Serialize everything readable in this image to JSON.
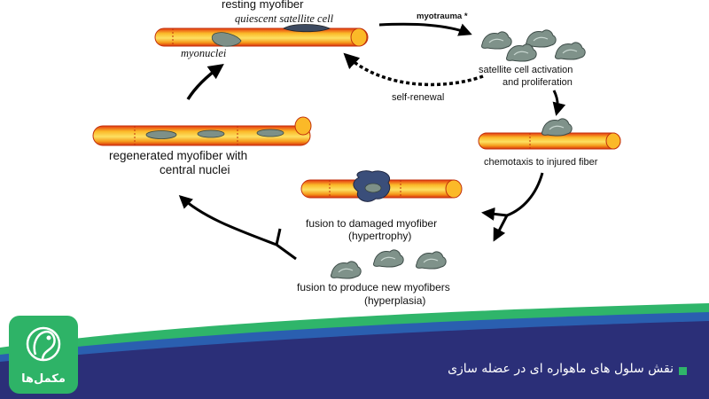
{
  "diagram": {
    "labels": {
      "resting_myofiber": "resting myofiber",
      "quiescent_satellite_cell": "quiescent satellite cell",
      "myonuclei": "myonuclei",
      "myotrauma": "myotrauma *",
      "activation_line1": "satellite cell activation",
      "activation_line2": "and proliferation",
      "self_renewal": "self-renewal",
      "chemotaxis": "chemotaxis to injured fiber",
      "fusion_damaged_line1": "fusion to damaged myofiber",
      "fusion_damaged_line2": "(hypertrophy)",
      "fusion_new_line1": "fusion to produce new myofibers",
      "fusion_new_line2": "(hyperplasia)",
      "regenerated_line1": "regenerated myofiber with",
      "regenerated_line2": "central nuclei"
    },
    "colors": {
      "fiber_orange": "#f7a51b",
      "fiber_red_edge": "#e23b10",
      "nucleus": "#7d9088",
      "arrow": "#000000"
    }
  },
  "banner": {
    "caption": "نقش سلول های ماهواره ای در عضله سازی",
    "logo_text": "مکمل‌ها",
    "colors": {
      "navy": "#2b2f78",
      "blue": "#2a5fb0",
      "green": "#2fb56a"
    }
  }
}
